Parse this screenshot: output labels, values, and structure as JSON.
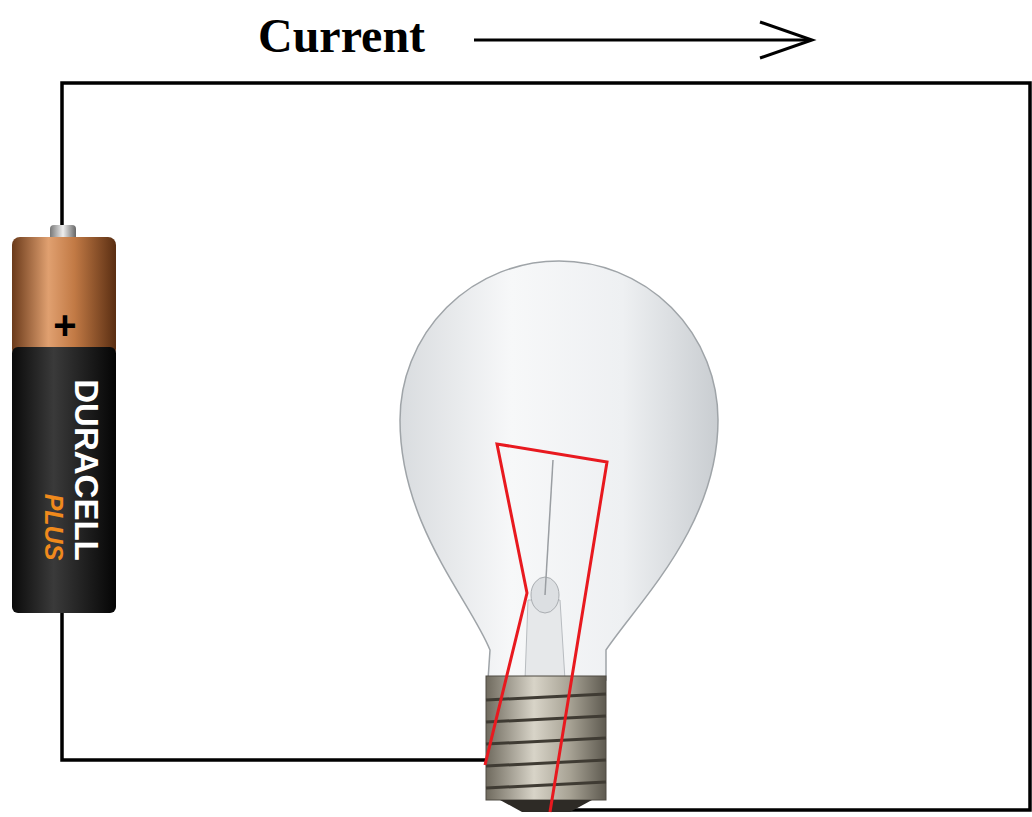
{
  "diagram": {
    "nodes": [
      {
        "text": [
          "+",
          "DURACELL",
          "PLUS"
        ]
      }
    ],
    "labels": [
      "Current"
    ]
  }
}
